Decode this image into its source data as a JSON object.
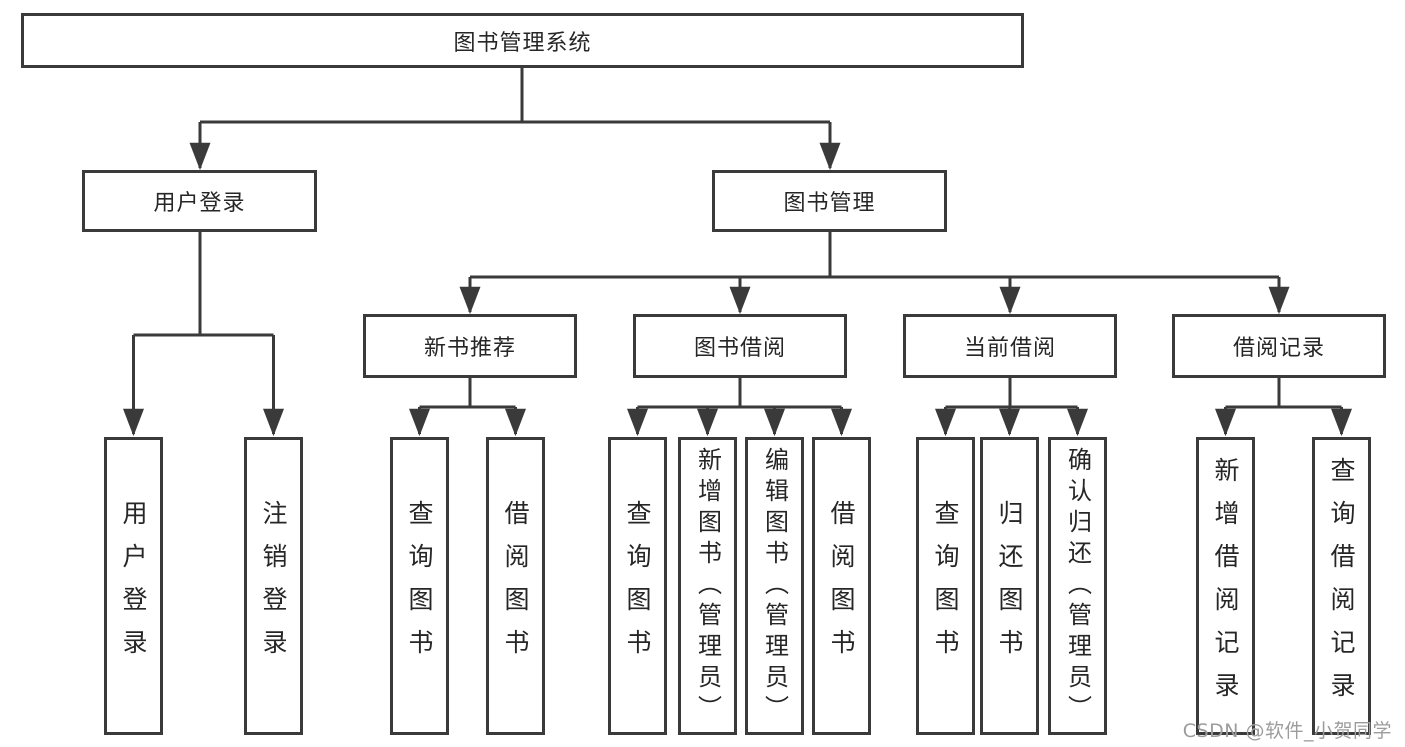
{
  "tree": {
    "label": "图书管理系统",
    "children": [
      {
        "label": "用户登录",
        "children": [
          {
            "label": "用户登录"
          },
          {
            "label": "注销登录"
          }
        ]
      },
      {
        "label": "图书管理",
        "children": [
          {
            "label": "新书推荐",
            "children": [
              {
                "label": "查询图书"
              },
              {
                "label": "借阅图书"
              }
            ]
          },
          {
            "label": "图书借阅",
            "children": [
              {
                "label": "查询图书"
              },
              {
                "label": "新增图书（管理员）"
              },
              {
                "label": "编辑图书（管理员）"
              },
              {
                "label": "借阅图书"
              }
            ]
          },
          {
            "label": "当前借阅",
            "children": [
              {
                "label": "查询图书"
              },
              {
                "label": "归还图书"
              },
              {
                "label": "确认归还（管理员）"
              }
            ]
          },
          {
            "label": "借阅记录",
            "children": [
              {
                "label": "新增借阅记录"
              },
              {
                "label": "查询借阅记录"
              }
            ]
          }
        ]
      }
    ]
  },
  "watermark": {
    "text": "CSDN @软件_小贺同学"
  },
  "colors": {
    "line": "#3a3a3a",
    "text": "#262626",
    "box_background": "#ffffff",
    "watermark": "#9c9c9c"
  }
}
